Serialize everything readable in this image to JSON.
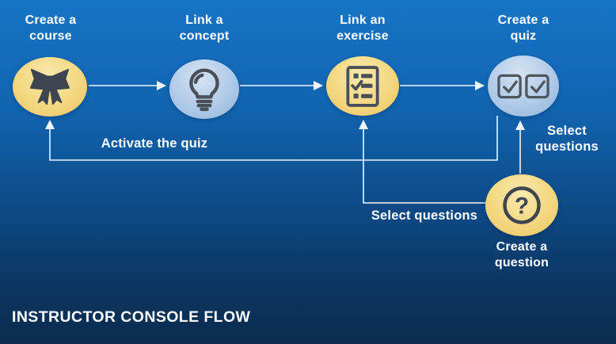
{
  "title": "INSTRUCTOR CONSOLE FLOW",
  "nodes": [
    {
      "id": "create-course",
      "label": [
        "Create a",
        "course"
      ],
      "icon": "award-ribbon-icon",
      "circle_style": "gold"
    },
    {
      "id": "link-concept",
      "label": [
        "Link a",
        "concept"
      ],
      "icon": "lightbulb-icon",
      "circle_style": "blue"
    },
    {
      "id": "link-exercise",
      "label": [
        "Link an",
        "exercise"
      ],
      "icon": "checklist-icon",
      "circle_style": "gold"
    },
    {
      "id": "create-quiz",
      "label": [
        "Create a",
        "quiz"
      ],
      "icon": "double-checkbox-icon",
      "circle_style": "blue"
    },
    {
      "id": "create-question",
      "label": [
        "Create a",
        "question"
      ],
      "icon": "question-mark-icon",
      "circle_style": "gold"
    }
  ],
  "edge_labels": {
    "activate_quiz": "Activate the quiz",
    "select_questions_bottom": "Select questions",
    "select_questions_side": [
      "Select",
      "questions"
    ]
  },
  "icons": {
    "question_glyph": "?"
  },
  "colors": {
    "background_top": "#1774c6",
    "background_bottom": "#0b2c4e",
    "gold_circle": "#f4d983",
    "blue_circle": "#b0cae8",
    "icon_dark": "#3f4651",
    "connector": "#eef4fa",
    "label_text": "#fdfefe"
  }
}
